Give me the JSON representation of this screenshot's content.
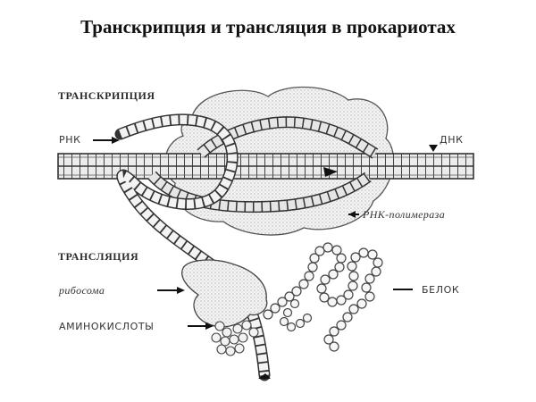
{
  "title": "Транскрипция и трансляция в прокариотах",
  "labels": {
    "transcription": "ТРАНСКРИПЦИЯ",
    "translation": "ТРАНСЛЯЦИЯ",
    "rna": "РНК",
    "dna": "ДНК",
    "rna_polymerase": "РНК-полимераза",
    "ribosome": "рибосома",
    "protein": "БЕЛОК",
    "amino_acids": "АМИНОКИСЛОТЫ"
  },
  "colors": {
    "ink": "#333333",
    "strand_fill": "#e6e6e6",
    "blob_fill": "#efefef"
  }
}
